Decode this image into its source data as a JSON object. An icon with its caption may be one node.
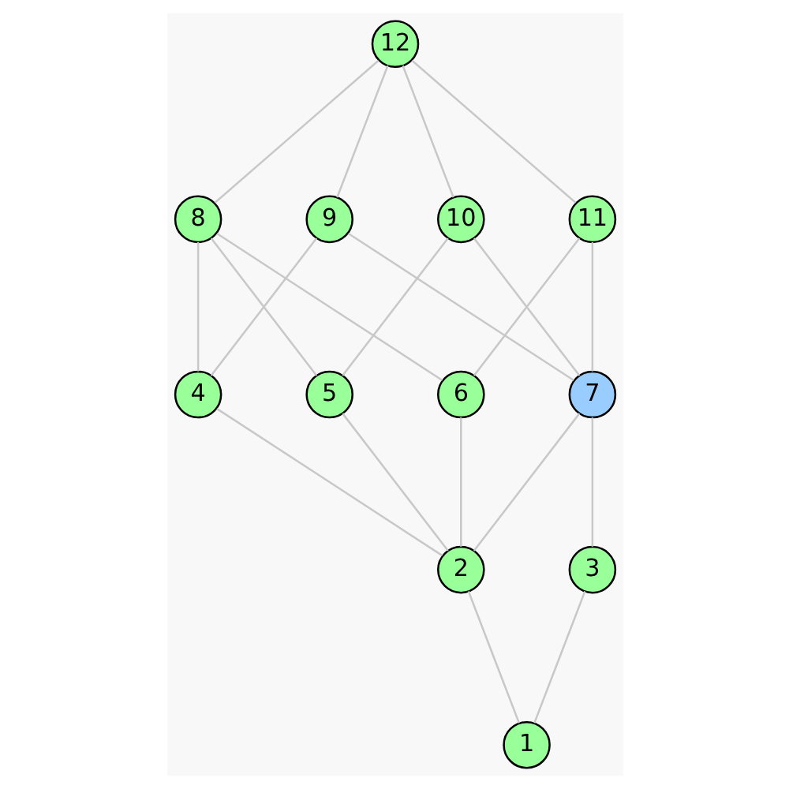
{
  "diagram": {
    "nodes": [
      {
        "text": [
          "12"
        ]
      },
      {
        "text": [
          "8"
        ]
      },
      {
        "text": [
          "9"
        ]
      },
      {
        "text": [
          "10"
        ]
      },
      {
        "text": [
          "11"
        ]
      },
      {
        "text": [
          "4"
        ]
      },
      {
        "text": [
          "5"
        ]
      },
      {
        "text": [
          "6"
        ]
      },
      {
        "text": [
          "7"
        ]
      },
      {
        "text": [
          "2"
        ]
      },
      {
        "text": [
          "3"
        ]
      },
      {
        "text": [
          "1"
        ]
      }
    ],
    "edges": [
      {
        "from": 0,
        "to": 1,
        "arrow": "none"
      },
      {
        "from": 0,
        "to": 2,
        "arrow": "none"
      },
      {
        "from": 0,
        "to": 3,
        "arrow": "none"
      },
      {
        "from": 0,
        "to": 4,
        "arrow": "none"
      },
      {
        "from": 1,
        "to": 5,
        "arrow": "none"
      },
      {
        "from": 1,
        "to": 6,
        "arrow": "none"
      },
      {
        "from": 1,
        "to": 7,
        "arrow": "none"
      },
      {
        "from": 2,
        "to": 5,
        "arrow": "none"
      },
      {
        "from": 2,
        "to": 8,
        "arrow": "none"
      },
      {
        "from": 3,
        "to": 6,
        "arrow": "none"
      },
      {
        "from": 3,
        "to": 8,
        "arrow": "none"
      },
      {
        "from": 4,
        "to": 7,
        "arrow": "none"
      },
      {
        "from": 4,
        "to": 8,
        "arrow": "none"
      },
      {
        "from": 5,
        "to": 9,
        "arrow": "none"
      },
      {
        "from": 6,
        "to": 9,
        "arrow": "none"
      },
      {
        "from": 7,
        "to": 9,
        "arrow": "none"
      },
      {
        "from": 8,
        "to": 9,
        "arrow": "none"
      },
      {
        "from": 8,
        "to": 10,
        "arrow": "none"
      },
      {
        "from": 9,
        "to": 11,
        "arrow": "none"
      },
      {
        "from": 10,
        "to": 11,
        "arrow": "none"
      }
    ]
  }
}
